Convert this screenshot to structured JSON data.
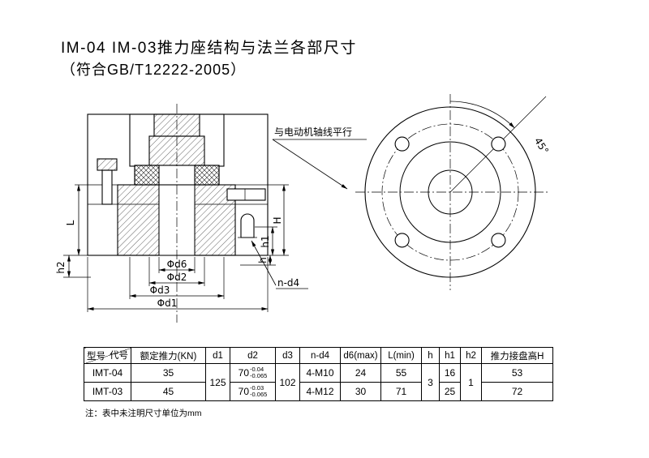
{
  "doc": {
    "title": "IM-04 IM-03推力座结构与法兰各部尺寸",
    "subtitle": "（符合GB/T12222-2005）",
    "note": "注：表中未注明尺寸单位为mm"
  },
  "drawing": {
    "annotation": "与电动机轴线平行",
    "angle": "45°",
    "dims": {
      "L": "L",
      "h2": "h2",
      "H": "H",
      "h1": "h1",
      "h": "h",
      "d6": "Φd6",
      "d2": "Φd2",
      "d3": "Φd3",
      "d1": "Φd1",
      "nd4": "n-d4"
    }
  },
  "table": {
    "corner_top": "代号",
    "corner_bottom": "型号",
    "headers": [
      "额定推力(KN)",
      "d1",
      "d2",
      "d3",
      "n-d4",
      "d6(max)",
      "L(min)",
      "h",
      "h1",
      "h2",
      "推力接盘高H"
    ],
    "shared": {
      "d1": "125",
      "d3": "102",
      "h": "3",
      "h2": "1"
    },
    "rows": [
      {
        "model": "IMT-04",
        "thrust": "35",
        "d2_base": "70",
        "d2_tol_up": "-0.04",
        "d2_tol_dn": "-0.065",
        "n_d4": "4-M10",
        "d6_max": "24",
        "L_min": "55",
        "h1": "16",
        "H": "53"
      },
      {
        "model": "IMT-03",
        "thrust": "45",
        "d2_base": "70",
        "d2_tol_up": "-0.03",
        "d2_tol_dn": "-0.065",
        "n_d4": "4-M12",
        "d6_max": "30",
        "L_min": "71",
        "h1": "25",
        "H": "72"
      }
    ]
  }
}
